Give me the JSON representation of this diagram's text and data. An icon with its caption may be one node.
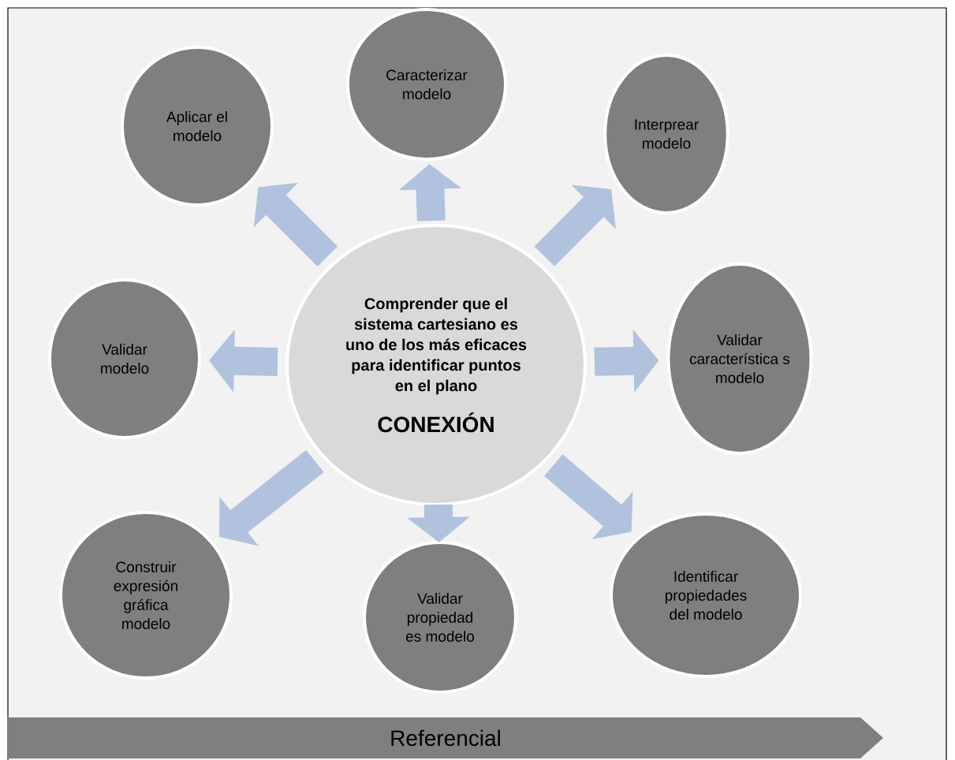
{
  "diagram": {
    "nodes": [
      {
        "text": [
          "Aplicar el modelo"
        ]
      },
      {
        "text": [
          "Caracterizar modelo"
        ]
      },
      {
        "text": [
          "Interprear modelo"
        ]
      },
      {
        "text": [
          "Validar modelo"
        ]
      },
      {
        "text": [
          "Comprender que el sistema cartesiano es uno de los más eficaces para identificar puntos en el plano",
          "CONEXIÓN"
        ]
      },
      {
        "text": [
          "Validar característica s modelo"
        ]
      },
      {
        "text": [
          "Construir expresión gráfica modelo"
        ]
      },
      {
        "text": [
          "Validar propiedad es modelo"
        ]
      },
      {
        "text": [
          "Identificar propiedades del modelo"
        ]
      },
      {
        "text": [
          "Referencial"
        ]
      }
    ],
    "edges": [
      {
        "from": 4,
        "to": 0,
        "arrow": "to"
      },
      {
        "from": 4,
        "to": 1,
        "arrow": "to"
      },
      {
        "from": 4,
        "to": 2,
        "arrow": "to"
      },
      {
        "from": 4,
        "to": 3,
        "arrow": "to"
      },
      {
        "from": 4,
        "to": 5,
        "arrow": "to"
      },
      {
        "from": 4,
        "to": 6,
        "arrow": "to"
      },
      {
        "from": 4,
        "to": 7,
        "arrow": "to"
      },
      {
        "from": 4,
        "to": 8,
        "arrow": "to"
      }
    ]
  }
}
